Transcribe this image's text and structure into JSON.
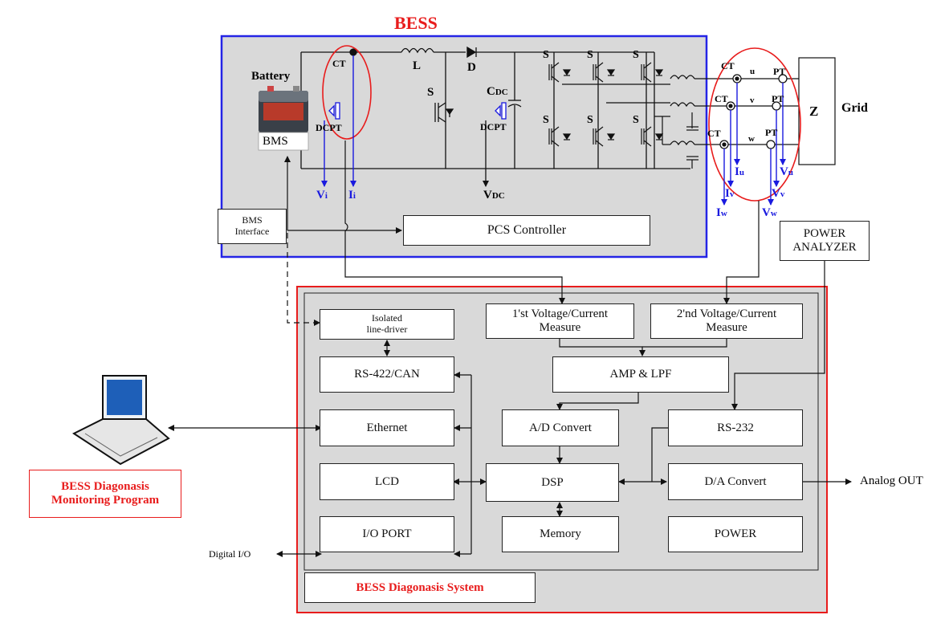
{
  "bess": {
    "title": "BESS",
    "battery_label": "Battery",
    "bms_label": "BMS",
    "ct_label": "CT",
    "pt_label": "PT",
    "dcpt_label": "DCPT",
    "inductor_label": "L",
    "diode_label": "D",
    "switch_label": "S",
    "cdc_main": "C",
    "cdc_sub": "DC",
    "vi_main": "V",
    "vi_sub": "i",
    "ii_main": "I",
    "ii_sub": "i",
    "vdc_main": "V",
    "vdc_sub": "DC",
    "phase_u": "u",
    "phase_v": "v",
    "phase_w": "w",
    "z_label": "Z",
    "grid_label": "Grid",
    "iu_main": "I",
    "iu_sub": "u",
    "iv_main": "I",
    "iv_sub": "v",
    "iw_main": "I",
    "iw_sub": "w",
    "vu_main": "V",
    "vu_sub": "u",
    "vv_main": "V",
    "vv_sub": "v",
    "vw_main": "V",
    "vw_sub": "w",
    "bms_interface_l1": "BMS",
    "bms_interface_l2": "Interface",
    "pcs_controller": "PCS Controller",
    "power_analyzer_l1": "POWER",
    "power_analyzer_l2": "ANALYZER"
  },
  "system": {
    "line_driver_l1": "Isolated",
    "line_driver_l2": "line-driver",
    "measure1_l1": "1'st Voltage/Current",
    "measure1_l2": "Measure",
    "measure2_l1": "2'nd Voltage/Current",
    "measure2_l2": "Measure",
    "rs422": "RS-422/CAN",
    "amp_lpf": "AMP & LPF",
    "ethernet": "Ethernet",
    "ad_convert": "A/D Convert",
    "rs232": "RS-232",
    "lcd": "LCD",
    "dsp": "DSP",
    "da_convert": "D/A Convert",
    "io_port": "I/O PORT",
    "memory": "Memory",
    "power": "POWER",
    "title": "BESS Diagonasis System",
    "analog_out": "Analog OUT",
    "digital_io": "Digital I/O"
  },
  "monitor": {
    "line1": "BESS Diagonasis",
    "line2": "Monitoring Program"
  },
  "colors": {
    "bess_border": "#2424e6",
    "system_border": "#e81c1c",
    "panel_fill": "#d9d9d9",
    "measurement_blue": "#1a1adf",
    "accent_red": "#e81c1c"
  }
}
